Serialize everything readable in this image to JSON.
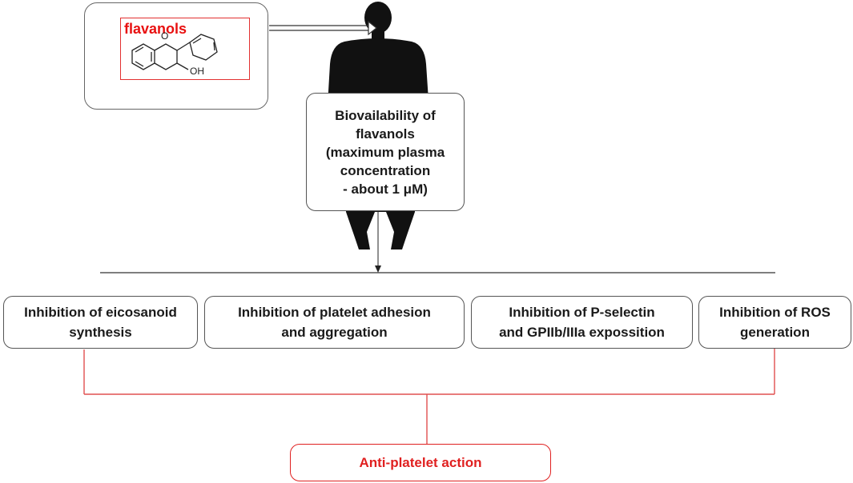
{
  "food_panel": {
    "compound_label": "flavanols",
    "hydroxyl_label": "OH",
    "ring_oxygen_label": "O"
  },
  "bioavailability": {
    "text": "Biovailability of\nflavanols\n(maximum plasma\nconcentration\n- about 1 μM)"
  },
  "mechanisms": [
    {
      "text": "Inhibition of eicosanoid\nsynthesis"
    },
    {
      "text": "Inhibition of platelet adhesion\nand aggregation"
    },
    {
      "text": "Inhibition of P-selectin\nand GPIIb/IIIa expossition"
    },
    {
      "text": "Inhibition of ROS\ngeneration"
    }
  ],
  "result": {
    "text": "Anti-platelet action"
  },
  "colors": {
    "accent_red": "#e02020",
    "silhouette": "#111111",
    "connector_red": "#e05050"
  }
}
